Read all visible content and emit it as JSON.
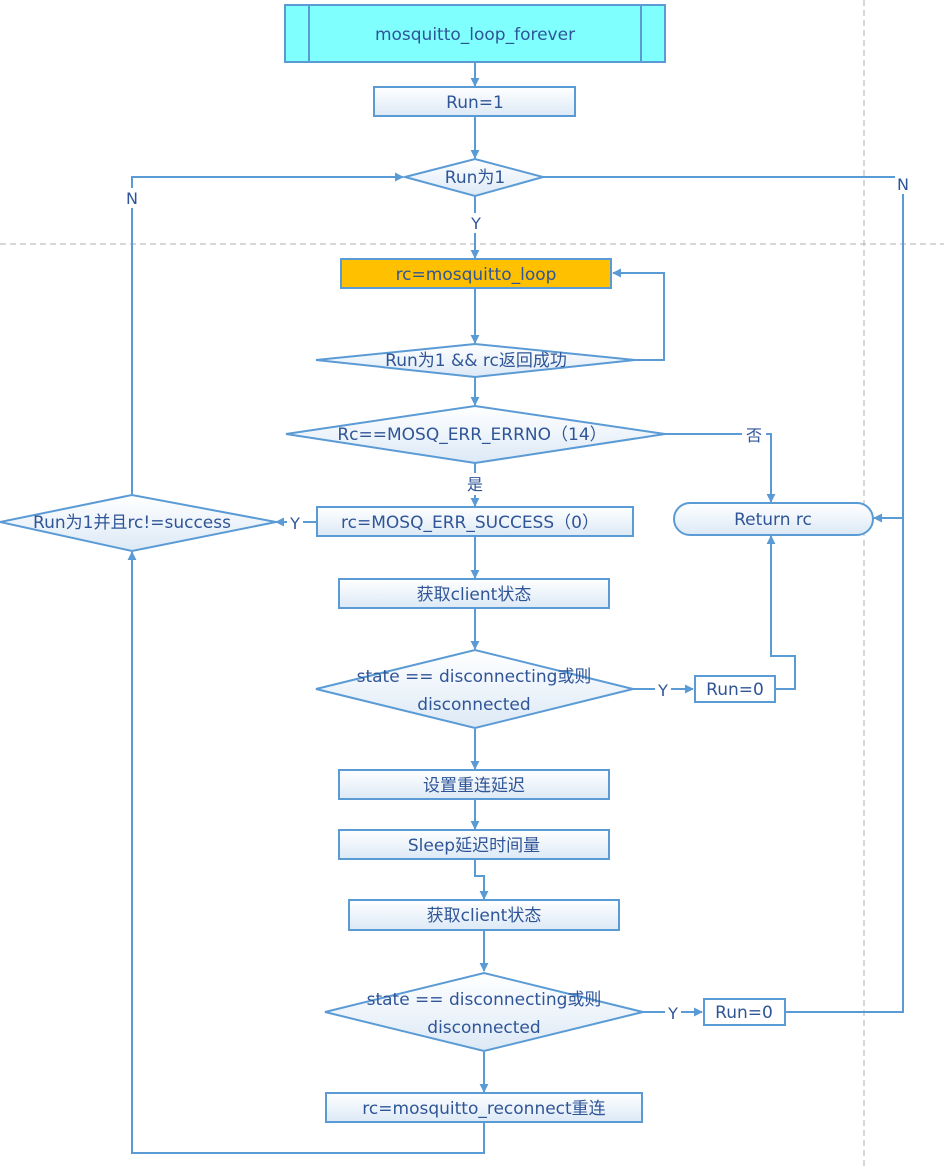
{
  "colors": {
    "stroke": "#5b9bd5",
    "text": "#2f5597",
    "header_fill": "#80ffff",
    "highlight_fill": "#ffc000",
    "box_fill_top": "#ffffff",
    "box_fill_bottom": "#dce9f6",
    "guide": "#b0b0b0"
  },
  "nodes": {
    "start": "mosquitto_loop_forever",
    "run_init": "Run=1",
    "run_check": "Run为1",
    "loop_call": "rc=mosquitto_loop",
    "loop_check": "Run为1 && rc返回成功",
    "errno_check": "Rc==MOSQ_ERR_ERRNO（14）",
    "set_success": "rc=MOSQ_ERR_SUCCESS（0）",
    "return_rc": "Return rc",
    "retry_check": "Run为1并且rc!=success",
    "get_state_1": "获取client状态",
    "state_check_1": [
      "state == disconnecting或则",
      "disconnected"
    ],
    "run_zero_1": "Run=0",
    "set_delay": "设置重连延迟",
    "sleep": "Sleep延迟时间量",
    "get_state_2": "获取client状态",
    "state_check_2": [
      "state == disconnecting或则",
      "disconnected"
    ],
    "run_zero_2": "Run=0",
    "reconnect": "rc=mosquitto_reconnect重连"
  },
  "edge_labels": {
    "run_yes": "Y",
    "run_no_left": "N",
    "run_no_right": "N",
    "errno_yes": "是",
    "errno_no": "否",
    "retry_yes": "Y",
    "state1_yes": "Y",
    "state2_yes": "Y"
  }
}
